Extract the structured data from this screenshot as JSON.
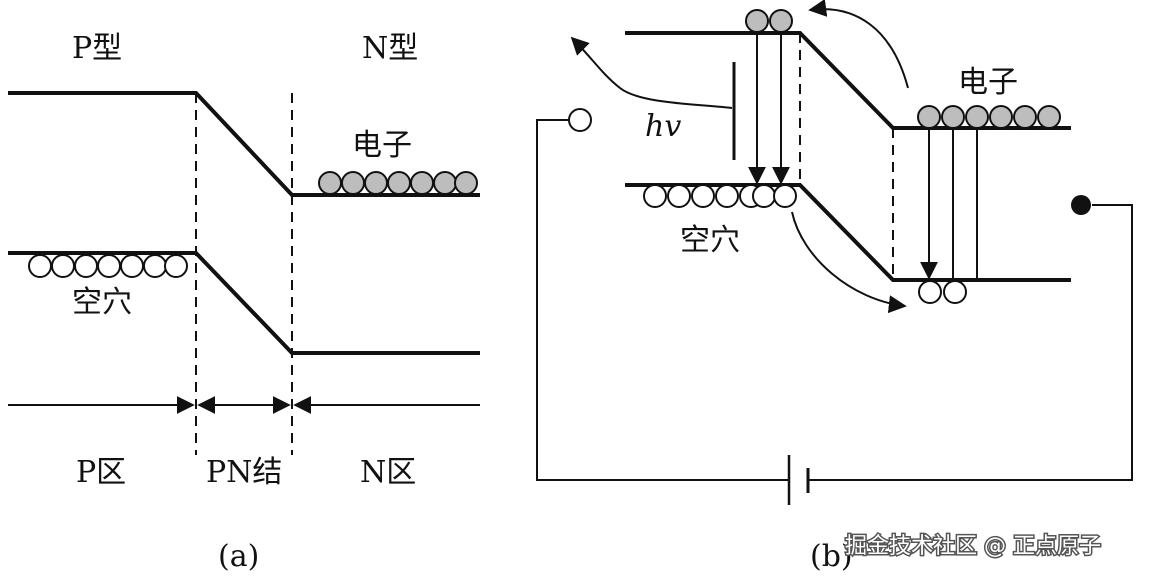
{
  "panel_a": {
    "p_type_label": "P型",
    "n_type_label": "N型",
    "electrons_label": "电子",
    "holes_label": "空穴",
    "p_region_label": "P区",
    "pn_junction_label": "PN结",
    "n_region_label": "N区",
    "caption": "(a)"
  },
  "panel_b": {
    "electrons_label": "电子",
    "holes_label": "空穴",
    "photon_label": "hv",
    "caption": "(b)"
  },
  "watermark": "掘金技术社区 @ 正点原子",
  "colors": {
    "line": "#111111",
    "electron_fill": "#bdbdbd",
    "hole_fill": "#ffffff",
    "background": "#ffffff"
  }
}
